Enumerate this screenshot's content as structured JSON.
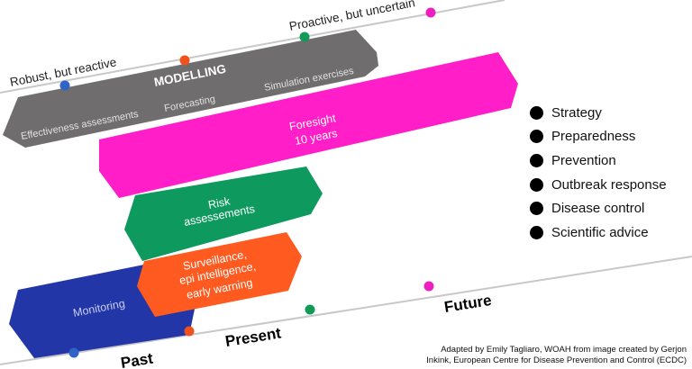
{
  "axis_top": {
    "left_label": "Robust, but reactive",
    "right_label": "Proactive, but uncertain"
  },
  "axis_bottom": {
    "past": "Past",
    "present": "Present",
    "future": "Future"
  },
  "bands": {
    "modelling": {
      "title": "MODELLING",
      "item1": "Effectiveness assessments",
      "item2": "Forecasting",
      "item3": "Simulation exercises",
      "color": "#6f6d6d"
    },
    "foresight": {
      "line1": "Foresight",
      "line2": "10 years",
      "color": "#ff1ec8"
    },
    "risk": {
      "line1": "Risk",
      "line2": "assessements",
      "color": "#0e9a5f"
    },
    "surveillance": {
      "line1": "Surveillance,",
      "line2": "epi intelligence,",
      "line3": "early warning",
      "color": "#ff5a1f"
    },
    "monitoring": {
      "label": "Monitoring",
      "color": "#2336a8"
    }
  },
  "dot_colors": {
    "blue": "#2f63c8",
    "orange": "#f0521e",
    "green": "#139a58",
    "magenta": "#ee1fc0"
  },
  "legend": {
    "items": [
      "Strategy",
      "Preparedness",
      "Prevention",
      "Outbreak response",
      "Disease control",
      "Scientific advice"
    ],
    "bullet_color": "#000000"
  },
  "credit": {
    "line1": "Adapted by Emily Tagliaro, WOAH from image created by Gerjon",
    "line2": "Inkink, European Centre for Disease Prevention and Control (ECDC)"
  }
}
